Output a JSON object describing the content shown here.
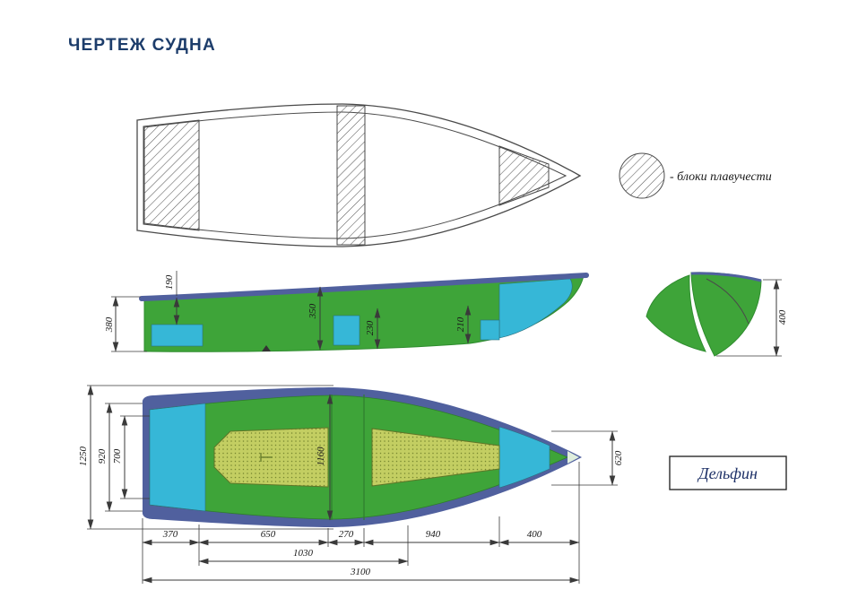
{
  "page": {
    "title": "ЧЕРТЕЖ СУДНА"
  },
  "legend": {
    "text": "- блоки плавучести"
  },
  "views": {
    "side": {
      "dims": {
        "overall_height": "380",
        "h190": "190",
        "h350": "350",
        "h230": "230",
        "h210": "210"
      }
    },
    "section": {
      "dims": {
        "h400": "400"
      }
    },
    "plan": {
      "dims_vertical": {
        "overall_beam": "1250",
        "transom_beam": "920",
        "transom_inner": "700",
        "mid_beam": "1160",
        "bow_beam": "620"
      },
      "dims_horizontal": {
        "seg1": "370",
        "seg2": "650",
        "seg3": "270",
        "seg4": "940",
        "seg5": "400",
        "sub_length": "1030",
        "overall_length": "3100"
      }
    }
  },
  "model": {
    "name": "Дельфин"
  },
  "colors": {
    "hull_green": "#3ea439",
    "accent_cyan": "#36b7d7",
    "gunwale_navy": "#50609e",
    "floor_khaki": "#c3ce62",
    "title_navy": "#1d3d6b",
    "line": "#3a3a3a"
  }
}
